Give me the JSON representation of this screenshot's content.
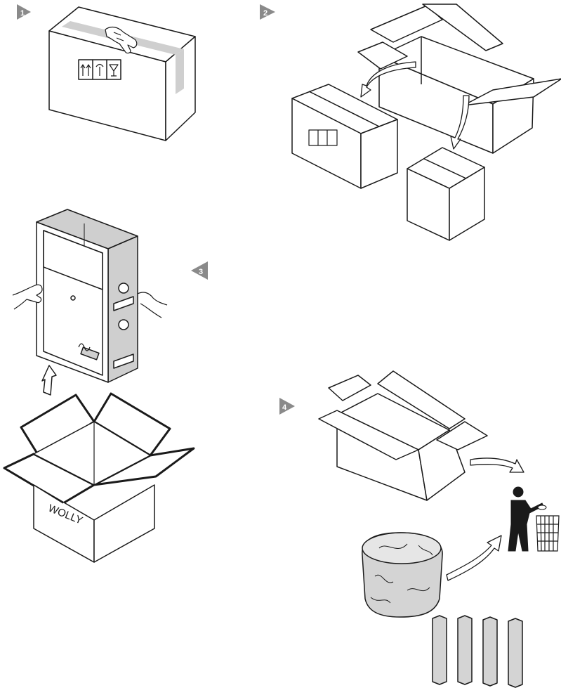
{
  "steps": [
    {
      "number": "1"
    },
    {
      "number": "2"
    },
    {
      "number": "3"
    },
    {
      "number": "4"
    }
  ],
  "box_label": "WOLLY",
  "colors": {
    "stroke": "#1a1a1a",
    "badge": "#8a8a8a",
    "grey_fill": "#d4d4d4",
    "grey_light": "#e6e6e6",
    "tape": "#cfcfcf"
  }
}
